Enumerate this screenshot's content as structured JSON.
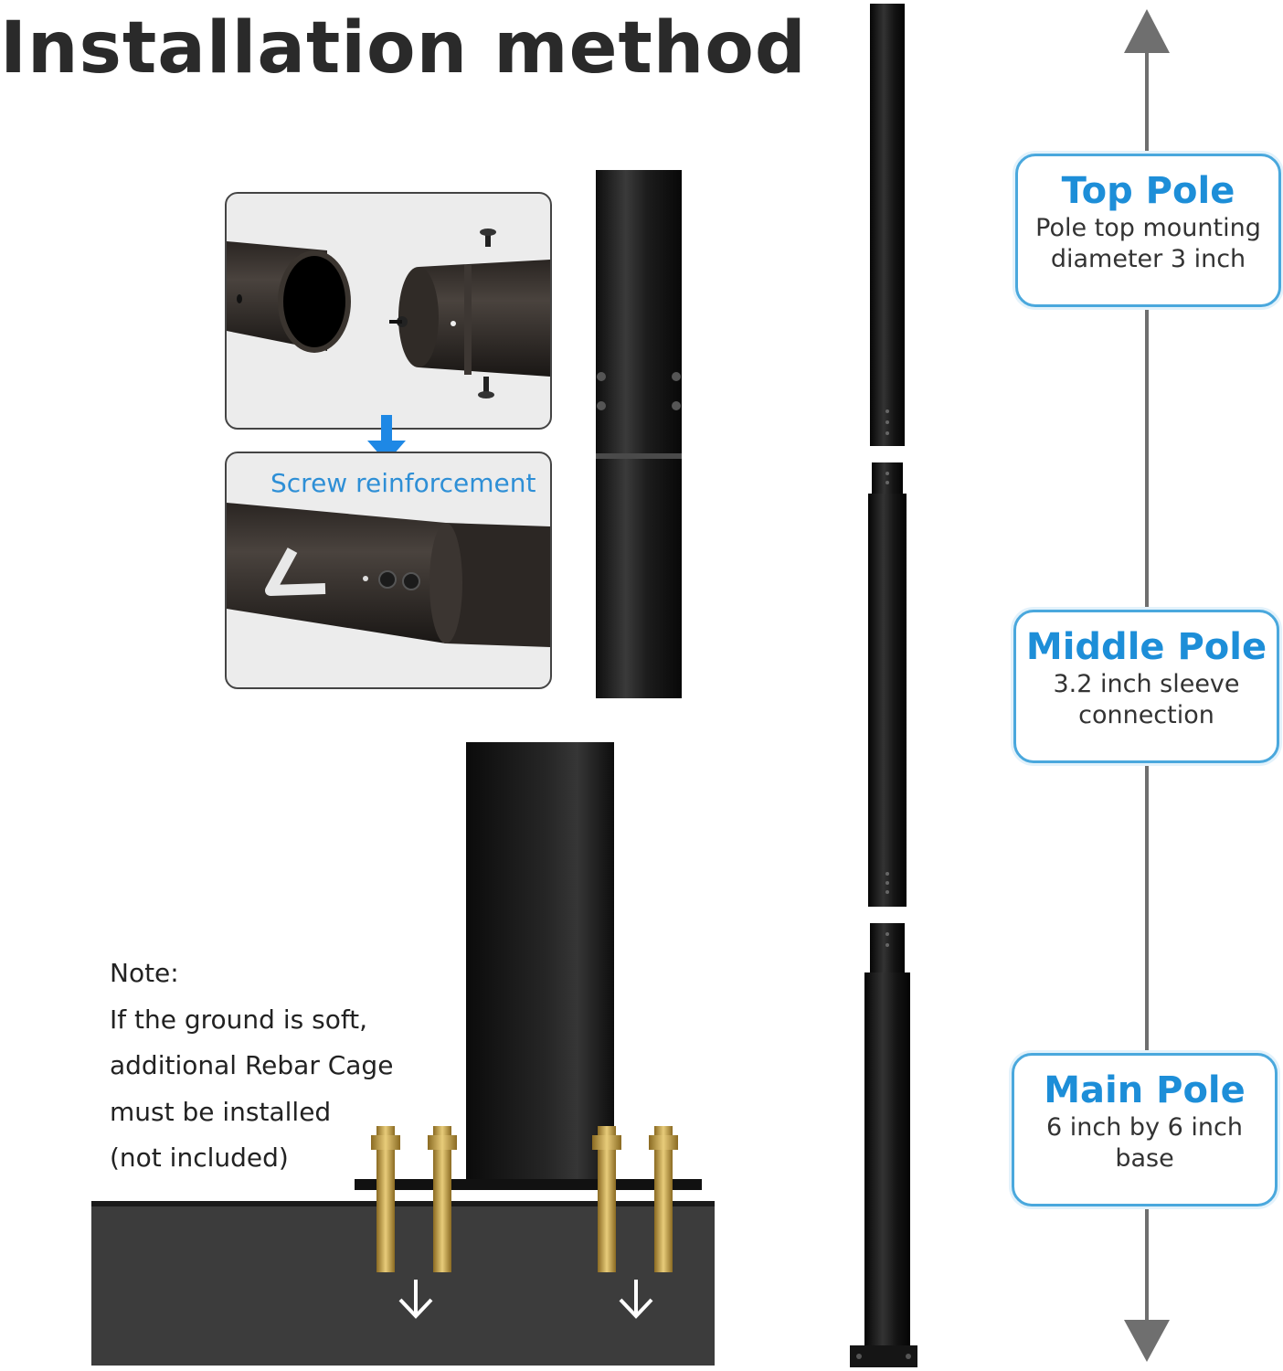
{
  "title": "Installation method",
  "screw_label": "Screw reinforcement",
  "note": {
    "lines": [
      "Note:",
      "If the ground is soft,",
      "additional Rebar Cage",
      "must be installed",
      "(not included)"
    ]
  },
  "callouts": {
    "top": {
      "title": "Top Pole",
      "line1": "Pole top mounting",
      "line2": "diameter 3 inch"
    },
    "middle": {
      "title": "Middle Pole",
      "line1": "3.2 inch sleeve",
      "line2": "connection"
    },
    "main": {
      "title": "Main Pole",
      "line1": "6 inch by 6 inch",
      "line2": "base"
    }
  },
  "colors": {
    "accent": "#1d8ed8",
    "pole": "#141414",
    "bolt": "#c9a64a",
    "concrete": "#3c3c3c"
  },
  "icons": [
    "down-arrow-icon",
    "up-arrow-icon"
  ]
}
